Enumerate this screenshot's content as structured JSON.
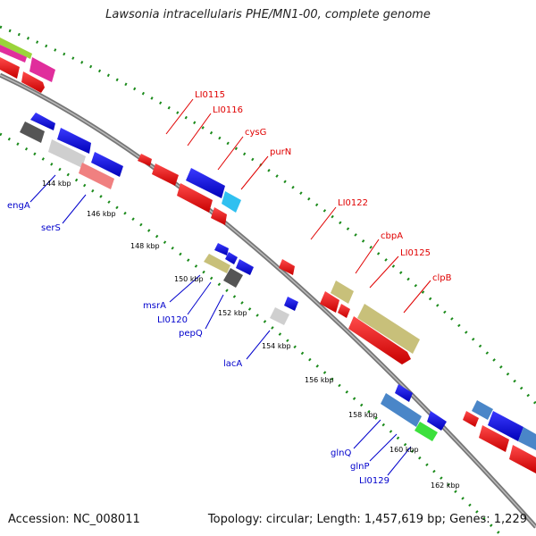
{
  "title": "Lawsonia intracellularis PHE/MN1-00, complete genome",
  "footer": {
    "accession": "Accession: NC_008011",
    "topology": "Topology: circular; Length: 1,457,619 bp; Genes: 1,229"
  },
  "scale_labels": [
    "144 kbp",
    "146 kbp",
    "148 kbp",
    "150 kbp",
    "152 kbp",
    "154 kbp",
    "156 kbp",
    "158 kbp",
    "160 kbp",
    "162 kbp"
  ],
  "gene_labels_forward": [
    "LI0115",
    "LI0116",
    "cysG",
    "purN",
    "LI0122",
    "cbpA",
    "LI0125",
    "clpB"
  ],
  "gene_labels_reverse": [
    "engA",
    "serS",
    "msrA",
    "LI0120",
    "pepQ",
    "lacA",
    "glnQ",
    "glnP",
    "LI0129"
  ],
  "colors": {
    "forward_label": "#e00000",
    "reverse_label": "#0000cc",
    "backbone": "#808080",
    "scale_dots": "#1a8a1a"
  }
}
